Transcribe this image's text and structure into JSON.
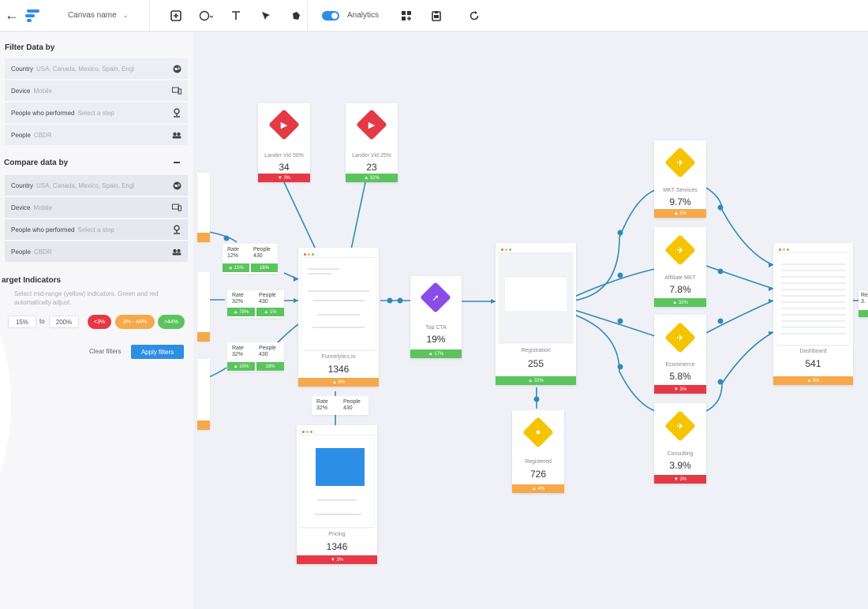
{
  "topbar": {
    "canvas_name": "Canvas name",
    "analytics_label": "Analytics",
    "tools": [
      "square-plus-icon",
      "circle-icon",
      "text-icon",
      "pointer-icon",
      "shape-icon"
    ],
    "right_tools": [
      "grid-icon",
      "clipboard-icon",
      "refresh-icon"
    ]
  },
  "filter": {
    "heading": "Filter Data by",
    "rows": [
      {
        "label": "Country",
        "value": "USA, Canada, Mexico, Spain, Engl",
        "icon": "globe-icon"
      },
      {
        "label": "Device",
        "value": "Mobile",
        "icon": "devices-icon"
      },
      {
        "label": "People who performed",
        "value": "Select a step",
        "icon": "pin-icon"
      },
      {
        "label": "People",
        "value": "CBDR",
        "icon": "people-icon"
      }
    ]
  },
  "compare": {
    "heading": "Compare data by",
    "rows": [
      {
        "label": "Country",
        "value": "USA, Canada, Mexico, Spain, Engl",
        "icon": "globe-icon"
      },
      {
        "label": "Device",
        "value": "Mobile",
        "icon": "devices-icon"
      },
      {
        "label": "People who performed",
        "value": "Select a step",
        "icon": "pin-icon"
      },
      {
        "label": "People",
        "value": "CBDR",
        "icon": "people-icon"
      }
    ]
  },
  "targets": {
    "heading": "arget Indicators",
    "note": "Select mid-range (yellow) indicators. Green and red automatically adjust.",
    "from": "15%",
    "to_label": "to",
    "to": "200%",
    "pills": [
      {
        "label": "<3%",
        "color": "#e53946"
      },
      {
        "label": "3% - 44%",
        "color": "#f5a94a"
      },
      {
        "label": ">44%",
        "color": "#5bc45e"
      }
    ],
    "clear": "Clear filters",
    "apply": "Apply filters"
  },
  "colors": {
    "red": "#e53946",
    "green": "#5bc45e",
    "orange": "#f5a94a",
    "purple": "#8a4de8",
    "yellow": "#f5c400",
    "blue": "#2d8ee6",
    "edge": "#2f8ab8"
  },
  "nodes": {
    "lander50": {
      "name": "Lander Vid 50%",
      "value": "34",
      "badge": "▼ 3%"
    },
    "lander25": {
      "name": "Lander Vid 25%",
      "value": "23",
      "badge": "▲ 32%"
    },
    "funnelytics": {
      "name": "Funnelytics.io",
      "value": "1346",
      "badge": "▲ 5%"
    },
    "topcta": {
      "name": "Top CTA",
      "value": "19%",
      "badge": "▲ 17%"
    },
    "registration": {
      "name": "Registration",
      "value": "255",
      "badge": "▲ 32%"
    },
    "registered": {
      "name": "Registered",
      "value": "726",
      "badge": "▲ 4%"
    },
    "pricing": {
      "name": "Pricing",
      "value": "1346",
      "badge": "▼ 3%"
    },
    "mkt": {
      "name": "MKT Services",
      "value": "9.7%",
      "badge": "▲ 5%"
    },
    "affiliate": {
      "name": "Affiliate MKT",
      "value": "7.8%",
      "badge": "▲ 32%"
    },
    "ecommerce": {
      "name": "Ecommerce",
      "value": "5.8%",
      "badge": "▼ 3%"
    },
    "consulting": {
      "name": "Consulting",
      "value": "3.9%",
      "badge": "▼ 3%"
    },
    "dashboard": {
      "name": "Dashboard",
      "value": "541",
      "badge": "▲ 5%"
    }
  },
  "stats": [
    {
      "rate_label": "Rate",
      "rate": "12%",
      "people_label": "People",
      "people": "430",
      "b1": "▲ 15%",
      "b2": "16%"
    },
    {
      "rate_label": "Rate",
      "rate": "32%",
      "people_label": "People",
      "people": "430",
      "b1": "▲ 78%",
      "b2": "▲ 1%"
    },
    {
      "rate_label": "Rate",
      "rate": "32%",
      "people_label": "People",
      "people": "430",
      "b1": "▲ 15%",
      "b2": "16%"
    },
    {
      "rate_label": "Rate",
      "rate": "32%",
      "people_label": "People",
      "people": "430"
    }
  ],
  "edge_right": {
    "label": "Re",
    "value": "3."
  }
}
